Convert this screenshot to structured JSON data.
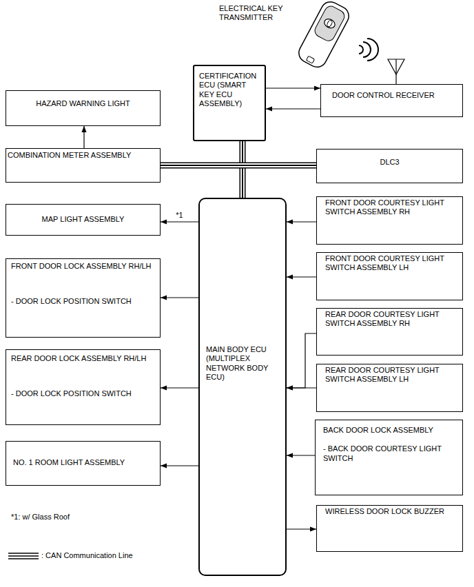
{
  "diagram": {
    "nodes": [
      {
        "text": [
          "CERTIFICATION ECU (SMART KEY ECU ASSEMBLY)"
        ]
      },
      {
        "text": [
          "DOOR CONTROL RECEIVER"
        ]
      },
      {
        "text": [
          "HAZARD WARNING LIGHT"
        ]
      },
      {
        "text": [
          "COMBINATION METER ASSEMBLY"
        ]
      },
      {
        "text": [
          "DLC3"
        ]
      },
      {
        "text": [
          "MAP LIGHT ASSEMBLY"
        ]
      },
      {
        "text": [
          "MAIN BODY ECU (MULTIPLEX NETWORK BODY ECU)"
        ]
      },
      {
        "text": [
          "FRONT DOOR COURTESY LIGHT SWITCH ASSEMBLY RH"
        ]
      },
      {
        "text": [
          "FRONT DOOR LOCK ASSEMBLY RH/LH",
          "- DOOR LOCK POSITION SWITCH"
        ]
      },
      {
        "text": [
          "FRONT DOOR COURTESY LIGHT SWITCH ASSEMBLY LH"
        ]
      },
      {
        "text": [
          "REAR DOOR COURTESY LIGHT SWITCH ASSEMBLY RH"
        ]
      },
      {
        "text": [
          "REAR DOOR LOCK ASSEMBLY RH/LH",
          "- DOOR LOCK POSITION SWITCH"
        ]
      },
      {
        "text": [
          "REAR DOOR COURTESY LIGHT SWITCH ASSEMBLY LH"
        ]
      },
      {
        "text": [
          "NO. 1 ROOM LIGHT ASSEMBLY"
        ]
      },
      {
        "text": [
          "BACK DOOR LOCK ASSEMBLY",
          "- BACK DOOR COURTESY LIGHT SWITCH"
        ]
      },
      {
        "text": [
          "WIRELESS DOOR LOCK BUZZER"
        ]
      }
    ],
    "edges": [
      {
        "from": 0,
        "to": 1,
        "arrow": "to"
      },
      {
        "from": 1,
        "to": 0,
        "arrow": "to"
      },
      {
        "from": 3,
        "to": 2,
        "arrow": "to"
      },
      {
        "from": 0,
        "to": 6,
        "arrow": "none"
      },
      {
        "from": 3,
        "to": 4,
        "arrow": "none"
      },
      {
        "from": 6,
        "to": 5,
        "arrow": "to",
        "label": "*1"
      },
      {
        "from": 6,
        "to": 8,
        "arrow": "to"
      },
      {
        "from": 7,
        "to": 6,
        "arrow": "to"
      },
      {
        "from": 9,
        "to": 6,
        "arrow": "to"
      },
      {
        "from": 6,
        "to": 11,
        "arrow": "to"
      },
      {
        "from": 10,
        "to": 6,
        "arrow": "to"
      },
      {
        "from": 12,
        "to": 6,
        "arrow": "to"
      },
      {
        "from": 6,
        "to": 13,
        "arrow": "to"
      },
      {
        "from": 14,
        "to": 6,
        "arrow": "to"
      },
      {
        "from": 6,
        "to": 15,
        "arrow": "to"
      }
    ],
    "labels": [
      "ELECTRICAL KEY TRANSMITTER",
      "*1: w/ Glass Roof"
    ],
    "legend": [
      {
        "text": ": CAN Communication Line"
      }
    ]
  }
}
